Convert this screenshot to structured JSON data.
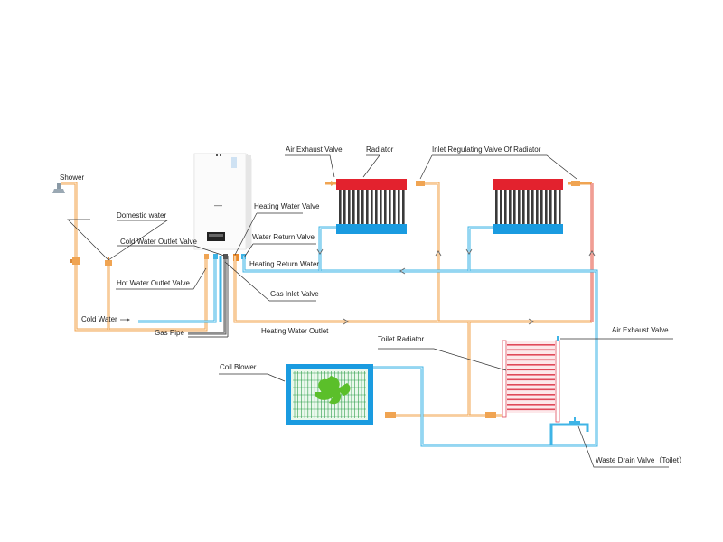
{
  "diagram": {
    "type": "heating system schematic",
    "labels": {
      "shower": "Shower",
      "domestic_water": "Domestic water",
      "cold_water_outlet_valve": "Cold Water Outlet Valve",
      "hot_water_outlet_valve": "Hot Water Outlet Valve",
      "cold_water": "Cold Water",
      "gas_pipe": "Gas Pipe",
      "heating_water_valve": "Heating Water Valve",
      "water_return_valve": "Water Return Valve",
      "heating_return_water": "Heating Return Water",
      "gas_inlet_valve": "Gas Inlet Valve",
      "heating_water_outlet": "Heating Water Outlet",
      "air_exhaust_valve_top": "Air Exhaust Valve",
      "radiator": "Radiator",
      "inlet_regulating_valve": "Inlet Regulating Valve Of Radiator",
      "toilet_radiator": "Toilet Radiator",
      "air_exhaust_valve_bottom": "Air Exhaust Valve",
      "coil_blower": "Coil Blower",
      "waste_drain_valve": "Waste Drain Valve（Toilet）"
    },
    "colors": {
      "hot_pipe": "#f0a452",
      "return_pipe": "#3fb4e6",
      "radiator_top": "#e3222e",
      "radiator_bottom": "#1a9be0",
      "toilet_radiator": "#e04a5a",
      "gas_pipe": "#555555",
      "coil_fan": "#5bbf2a"
    }
  }
}
